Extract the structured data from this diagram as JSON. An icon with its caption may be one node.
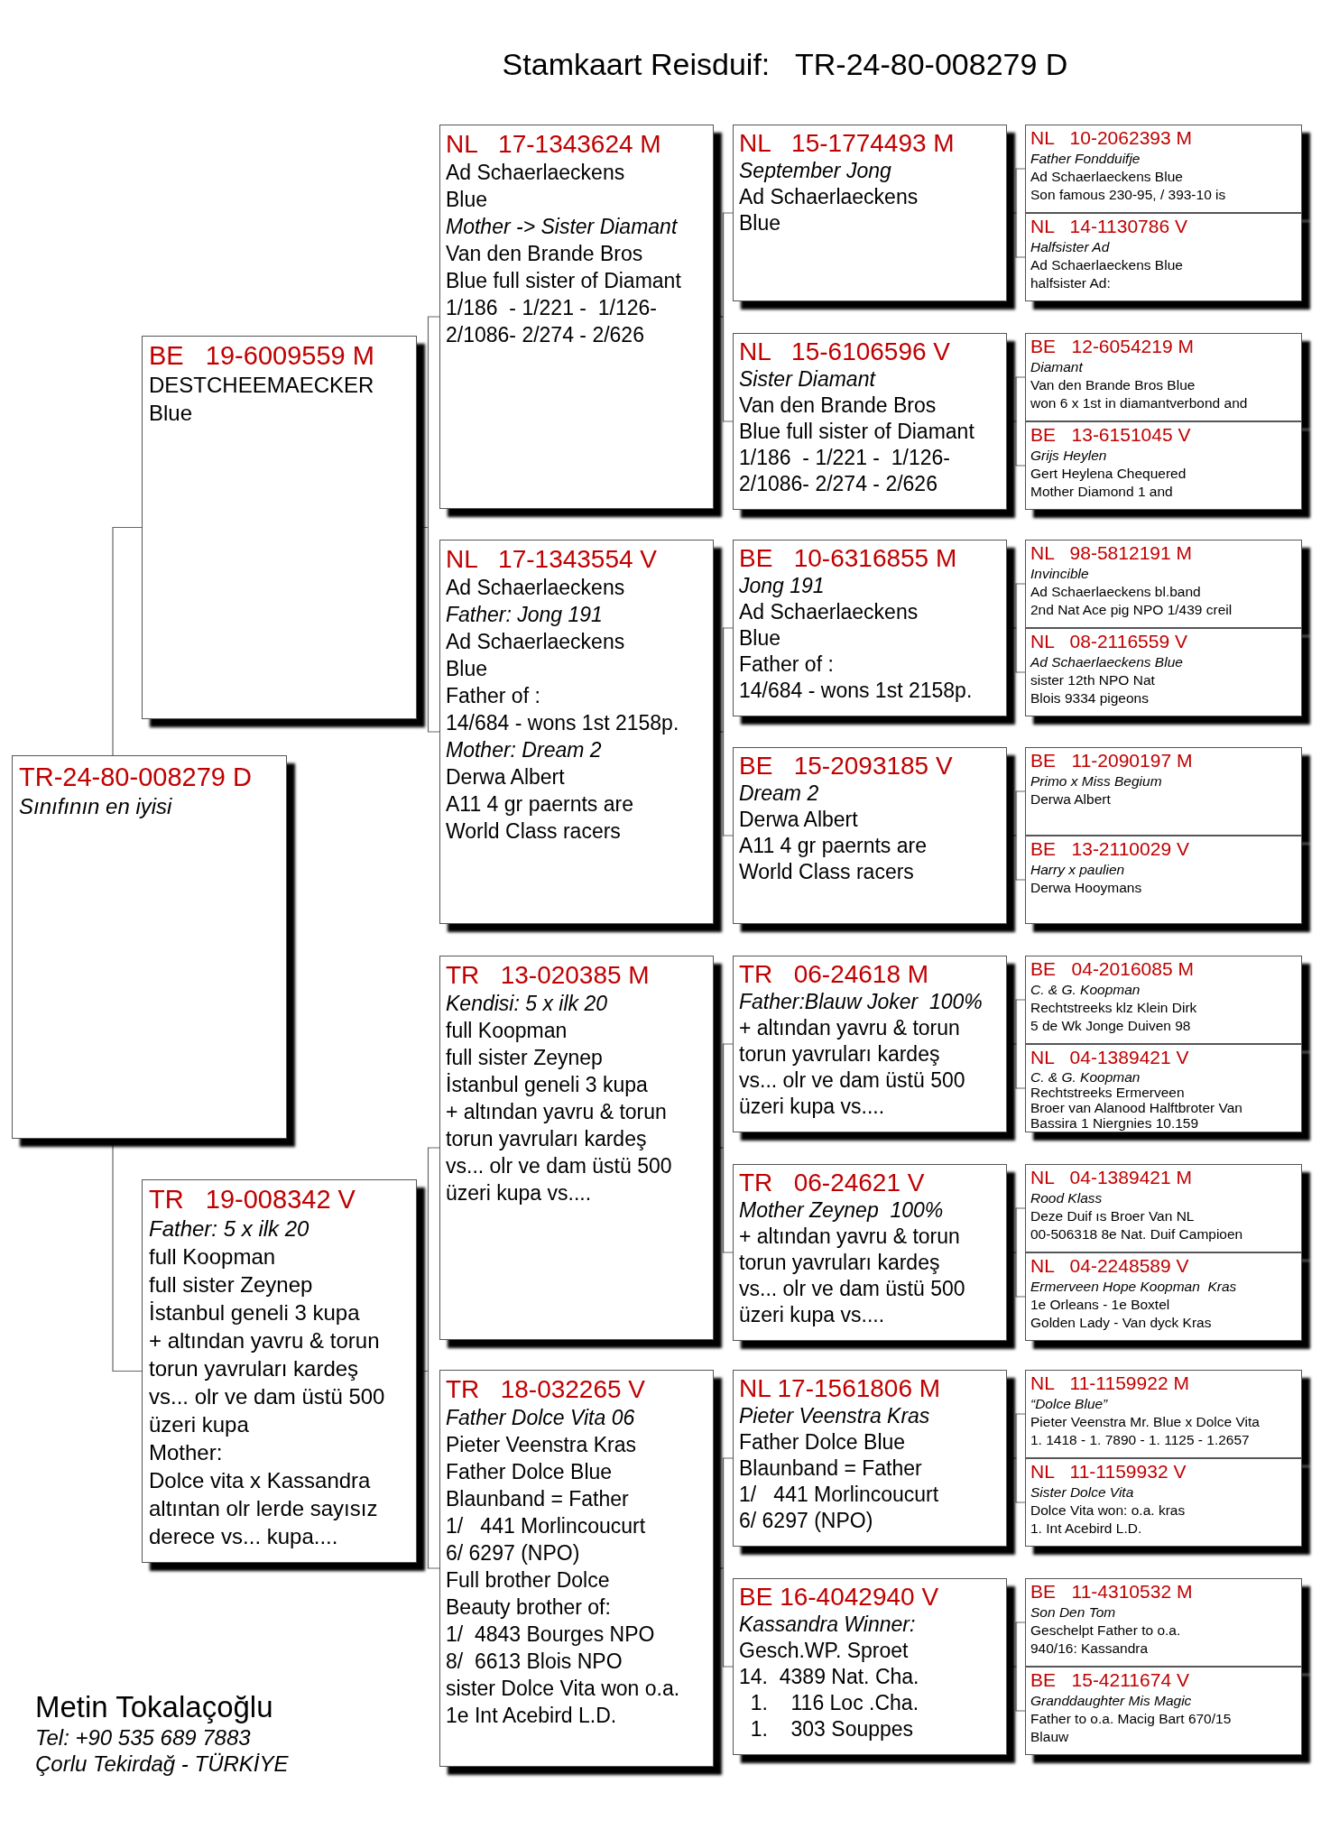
{
  "diagram": {
    "title": "Stamkaart Reisduif:   TR-24-80-008279 D",
    "nodes": [
      {
        "text": [
          "TR-24-80-008279 D",
          "*Sınıfının en iyisi*"
        ]
      },
      {
        "text": [
          "BE   19-6009559 M",
          "DESTCHEEMAECKER",
          "Blue"
        ]
      },
      {
        "text": [
          "TR   19-008342 V",
          "*Father: 5 x ilk 20*",
          "full Koopman",
          "full sister Zeynep",
          "İstanbul geneli 3 kupa",
          "+ altından yavru & torun",
          "torun yavruları kardeş",
          "vs... olr ve dam üstü 500",
          "üzeri kupa",
          "Mother:",
          "Dolce vita x Kassandra",
          "altıntan olr lerde sayısız",
          "derece vs... kupa...."
        ]
      },
      {
        "text": [
          "NL   17-1343624 M",
          "Ad Schaerlaeckens",
          "Blue",
          "*Mother -> Sister Diamant*",
          "Van den Brande Bros",
          "Blue full sister of Diamant",
          "1/186  - 1/221 -  1/126-",
          "2/1086- 2/274 - 2/626"
        ]
      },
      {
        "text": [
          "NL   17-1343554 V",
          "Ad Schaerlaeckens",
          "*Father: Jong 191*",
          "Ad Schaerlaeckens",
          "Blue",
          "Father of :",
          "14/684 - wons 1st 2158p.",
          "*Mother: Dream 2*",
          "Derwa Albert",
          "A11 4 gr paernts are",
          "World Class racers"
        ]
      },
      {
        "text": [
          "TR   13-020385 M",
          "*Kendisi: 5 x ilk 20*",
          "full Koopman",
          "full sister Zeynep",
          "İstanbul geneli 3 kupa",
          "+ altından yavru & torun",
          "torun yavruları kardeş",
          "vs... olr ve dam üstü 500",
          "üzeri kupa vs...."
        ]
      },
      {
        "text": [
          "TR   18-032265 V",
          "*Father Dolce Vita 06*",
          "Pieter Veenstra Kras",
          "Father Dolce Blue",
          "Blaunband = Father",
          "1/   441 Morlincoucurt",
          "6/ 6297 (NPO)",
          "Full brother Dolce",
          "Beauty brother of:",
          "1/  4843 Bourges NPO",
          "8/  6613 Blois NPO",
          "sister Dolce Vita won o.a.",
          "1e Int Acebird L.D."
        ]
      },
      {
        "text": [
          "NL   15-1774493 M",
          "*September Jong*",
          "Ad Schaerlaeckens",
          "Blue"
        ]
      },
      {
        "text": [
          "NL   15-6106596 V",
          "*Sister Diamant*",
          "Van den Brande Bros",
          "Blue full sister of Diamant",
          "1/186  - 1/221 -  1/126-",
          "2/1086- 2/274 - 2/626"
        ]
      },
      {
        "text": [
          "BE   10-6316855 M",
          "*Jong 191*",
          "Ad Schaerlaeckens",
          "Blue",
          "Father of :",
          "14/684 - wons 1st 2158p."
        ]
      },
      {
        "text": [
          "BE   15-2093185 V",
          "*Dream 2*",
          "Derwa Albert",
          "A11 4 gr paernts are",
          "World Class racers"
        ]
      },
      {
        "text": [
          "TR   06-24618 M",
          "*Father:Blauw Joker  100%*",
          "+ altından yavru & torun",
          "torun yavruları kardeş",
          "vs... olr ve dam üstü 500",
          "üzeri kupa vs...."
        ]
      },
      {
        "text": [
          "TR   06-24621 V",
          "*Mother Zeynep  100%*",
          "+ altından yavru & torun",
          "torun yavruları kardeş",
          "vs... olr ve dam üstü 500",
          "üzeri kupa vs...."
        ]
      },
      {
        "text": [
          "NL 17-1561806 M",
          "*Pieter Veenstra Kras*",
          "Father Dolce Blue",
          "Blaunband = Father",
          "1/   441 Morlincoucurt",
          "6/ 6297 (NPO)"
        ]
      },
      {
        "text": [
          "BE 16-4042940 V",
          "*Kassandra Winner:*",
          "Gesch.WP. Sproet",
          "14.  4389 Nat. Cha.",
          "  1.    116 Loc .Cha.",
          "  1.    303 Souppes"
        ]
      },
      {
        "text": [
          "NL   10-2062393 M",
          "*Father Fondduifje*",
          "Ad Schaerlaeckens Blue",
          "Son famous 230-95, / 393-10 is"
        ]
      },
      {
        "text": [
          "NL   14-1130786 V",
          "*Halfsister Ad*",
          "Ad Schaerlaeckens Blue",
          "halfsister Ad:"
        ]
      },
      {
        "text": [
          "BE   12-6054219 M",
          "*Diamant*",
          "Van den Brande Bros Blue",
          "won 6 x 1st in diamantverbond and"
        ]
      },
      {
        "text": [
          "BE   13-6151045 V",
          "*Grijs Heylen*",
          "Gert Heylena Chequered",
          "Mother Diamond 1 and"
        ]
      },
      {
        "text": [
          "NL   98-5812191 M",
          "*Invincible*",
          "Ad Schaerlaeckens bl.band",
          "2nd Nat Ace pig NPO 1/439 creil"
        ]
      },
      {
        "text": [
          "NL   08-2116559 V",
          "*Ad Schaerlaeckens Blue*",
          "sister 12th NPO Nat",
          "Blois 9334 pigeons"
        ]
      },
      {
        "text": [
          "BE   11-2090197 M",
          "*Primo x Miss Begium*",
          "Derwa Albert"
        ]
      },
      {
        "text": [
          "BE   13-2110029 V",
          "*Harry x paulien*",
          "Derwa Hooymans"
        ]
      },
      {
        "text": [
          "BE   04-2016085 M",
          "*C. & G. Koopman*",
          "Rechtstreeks klz Klein Dirk",
          "5 de Wk Jonge Duiven 98"
        ]
      },
      {
        "text": [
          "NL   04-1389421 V",
          "*C. & G. Koopman*",
          "Rechtstreeks Ermerveen",
          "Broer van Alanood Halftbroter Van",
          "Bassira 1 Niergnies 10.159"
        ]
      },
      {
        "text": [
          "NL   04-1389421 M",
          "*Rood Klass*",
          "Deze Duif ıs Broer Van NL",
          "00-506318 8e Nat. Duif Campioen"
        ]
      },
      {
        "text": [
          "NL   04-2248589 V",
          "*Ermerveen Hope Koopman  Kras*",
          "1e Orleans - 1e Boxtel",
          "Golden Lady - Van dyck Kras"
        ]
      },
      {
        "text": [
          "NL   11-1159922 M",
          "*“Dolce Blue”*",
          "Pieter Veenstra Mr. Blue x Dolce Vita",
          "1. 1418 - 1. 7890 - 1. 1125 - 1.2657"
        ]
      },
      {
        "text": [
          "NL   11-1159932 V",
          "*Sister Dolce Vita*",
          "Dolce Vita won: o.a. kras",
          "1. Int Acebird L.D."
        ]
      },
      {
        "text": [
          "BE   11-4310532 M",
          "*Son Den Tom*",
          "Geschelpt Father to o.a.",
          "940/16: Kassandra"
        ]
      },
      {
        "text": [
          "BE   15-4211674 V",
          "*Granddaughter Mis Magic*",
          "Father to o.a. Macig Bart 670/15",
          "Blauw"
        ]
      }
    ],
    "edges": [
      {
        "from": 0,
        "to": 1,
        "arrow": "none"
      },
      {
        "from": 0,
        "to": 2,
        "arrow": "none"
      },
      {
        "from": 1,
        "to": 3,
        "arrow": "none"
      },
      {
        "from": 1,
        "to": 4,
        "arrow": "none"
      },
      {
        "from": 2,
        "to": 5,
        "arrow": "none"
      },
      {
        "from": 2,
        "to": 6,
        "arrow": "none"
      },
      {
        "from": 3,
        "to": 7,
        "arrow": "none"
      },
      {
        "from": 3,
        "to": 8,
        "arrow": "none"
      },
      {
        "from": 4,
        "to": 9,
        "arrow": "none"
      },
      {
        "from": 4,
        "to": 10,
        "arrow": "none"
      },
      {
        "from": 5,
        "to": 11,
        "arrow": "none"
      },
      {
        "from": 5,
        "to": 12,
        "arrow": "none"
      },
      {
        "from": 6,
        "to": 13,
        "arrow": "none"
      },
      {
        "from": 6,
        "to": 14,
        "arrow": "none"
      },
      {
        "from": 7,
        "to": 15,
        "arrow": "none"
      },
      {
        "from": 7,
        "to": 16,
        "arrow": "none"
      },
      {
        "from": 8,
        "to": 17,
        "arrow": "none"
      },
      {
        "from": 8,
        "to": 18,
        "arrow": "none"
      },
      {
        "from": 9,
        "to": 19,
        "arrow": "none"
      },
      {
        "from": 9,
        "to": 20,
        "arrow": "none"
      },
      {
        "from": 10,
        "to": 21,
        "arrow": "none"
      },
      {
        "from": 10,
        "to": 22,
        "arrow": "none"
      },
      {
        "from": 11,
        "to": 23,
        "arrow": "none"
      },
      {
        "from": 11,
        "to": 24,
        "arrow": "none"
      },
      {
        "from": 12,
        "to": 25,
        "arrow": "none"
      },
      {
        "from": 12,
        "to": 26,
        "arrow": "none"
      },
      {
        "from": 13,
        "to": 27,
        "arrow": "none"
      },
      {
        "from": 13,
        "to": 28,
        "arrow": "none"
      },
      {
        "from": 14,
        "to": 29,
        "arrow": "none"
      },
      {
        "from": 14,
        "to": 30,
        "arrow": "none"
      }
    ],
    "labels": [
      "Metin Tokalaçoğlu",
      "Tel: +90 535 689 7883",
      "Çorlu Tekirdağ - TÜRKİYE"
    ]
  }
}
